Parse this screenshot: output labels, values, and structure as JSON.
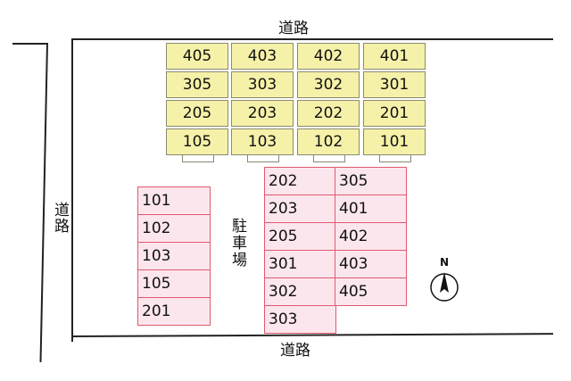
{
  "roads": {
    "top": "道路",
    "left": "道路",
    "bottom": "道路"
  },
  "building": {
    "rows": [
      [
        "405",
        "403",
        "402",
        "401"
      ],
      [
        "305",
        "303",
        "302",
        "301"
      ],
      [
        "205",
        "203",
        "202",
        "201"
      ],
      [
        "105",
        "103",
        "102",
        "101"
      ]
    ]
  },
  "parking": {
    "label": "駐車場",
    "left_column": [
      "101",
      "102",
      "103",
      "105",
      "201"
    ],
    "middle_column": [
      "202",
      "203",
      "205",
      "301",
      "302",
      "303"
    ],
    "right_column": [
      "305",
      "401",
      "402",
      "403",
      "405"
    ]
  },
  "compass": {
    "label": "N"
  },
  "colors": {
    "building_fill": "#f6f1a8",
    "parking_fill": "#fbe6ee",
    "parking_border": "#e05a6e"
  }
}
